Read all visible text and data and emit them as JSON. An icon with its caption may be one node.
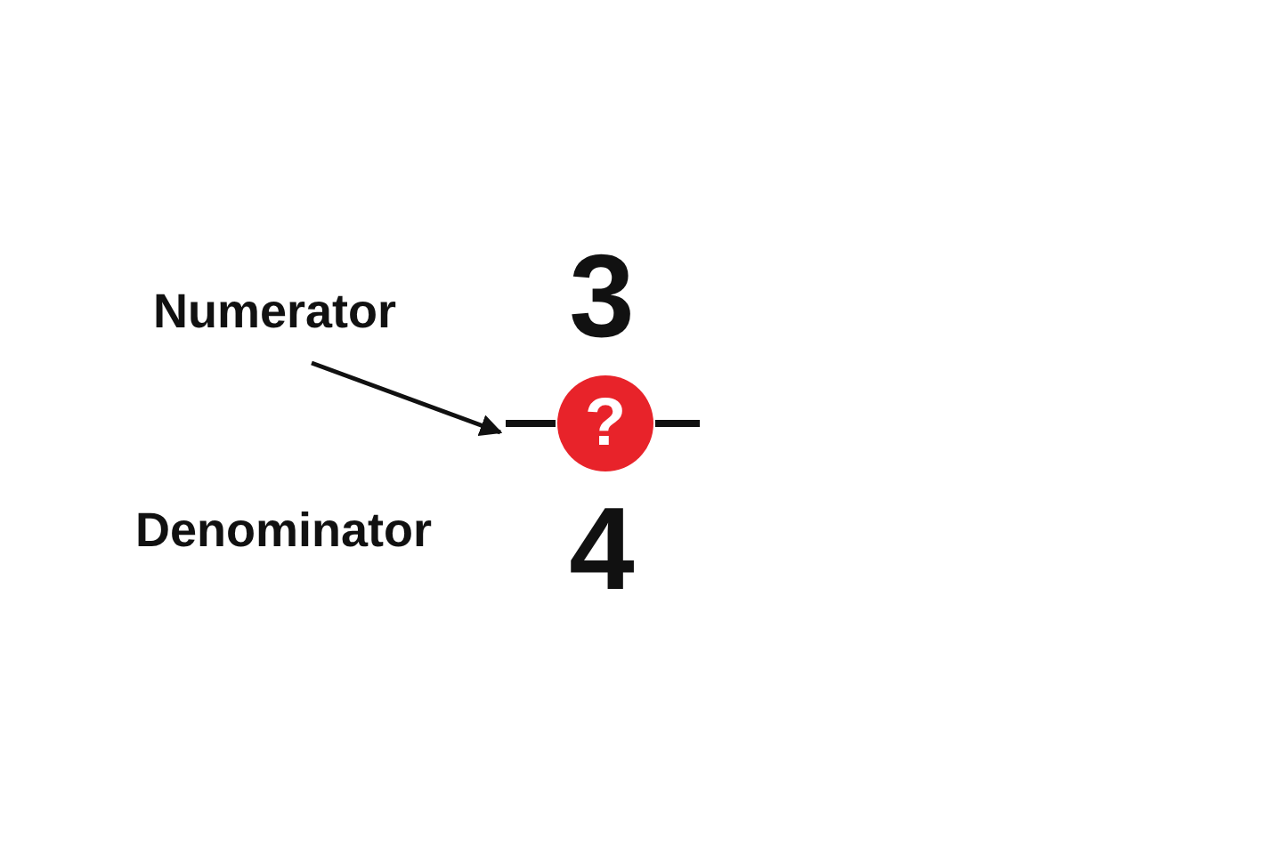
{
  "diagram": {
    "nodes": [
      {
        "text": [
          "Numerator"
        ]
      },
      {
        "text": [],
        "shape": "bar"
      },
      {
        "text": [
          "?"
        ]
      },
      {
        "text": [],
        "shape": "bar"
      }
    ],
    "edges": [
      {
        "from": 0,
        "to": 1,
        "arrow": "to"
      }
    ],
    "labels": [
      "3",
      "Denominator",
      "4"
    ]
  }
}
